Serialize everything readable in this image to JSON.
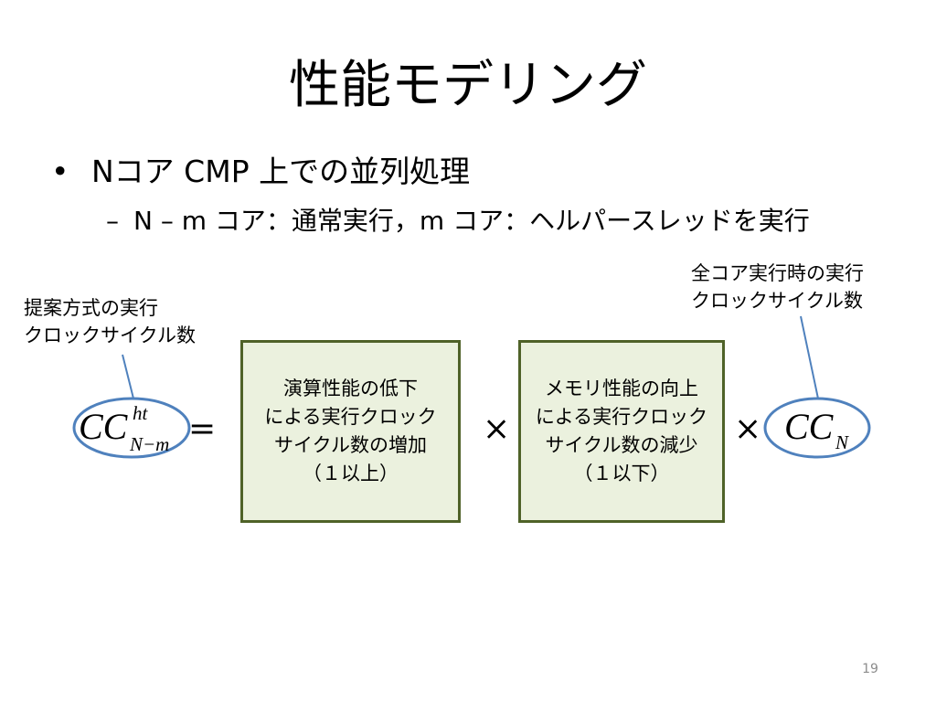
{
  "slide": {
    "title": "性能モデリング",
    "bullet_level1": "Nコア CMP 上での並列処理",
    "bullet_level2_dash": "–",
    "bullet_level2": "N – m コア：通常実行，m コア：ヘルパースレッドを実行",
    "page_number": "19"
  },
  "diagram": {
    "left_note": [
      "提案方式の実行",
      "クロックサイクル数"
    ],
    "right_note": [
      "全コア実行時の実行",
      "クロックサイクル数"
    ],
    "formula_left": {
      "main": "CC",
      "superscript": "ht",
      "subscript": "N−m"
    },
    "equals": "=",
    "box1_lines": [
      "演算性能の低下",
      "による実行クロック",
      "サイクル数の増加",
      "（１以上）"
    ],
    "times_1": "×",
    "box2_lines": [
      "メモリ性能の向上",
      "による実行クロック",
      "サイクル数の減少",
      "（１以下）"
    ],
    "times_2": "×",
    "formula_right": {
      "main": "CC",
      "subscript": "N"
    },
    "colors": {
      "ellipse_stroke": "#4f81bd",
      "box_fill": "#ebf1de",
      "box_border": "#4f6228",
      "page_number": "#8c8c8c"
    }
  }
}
